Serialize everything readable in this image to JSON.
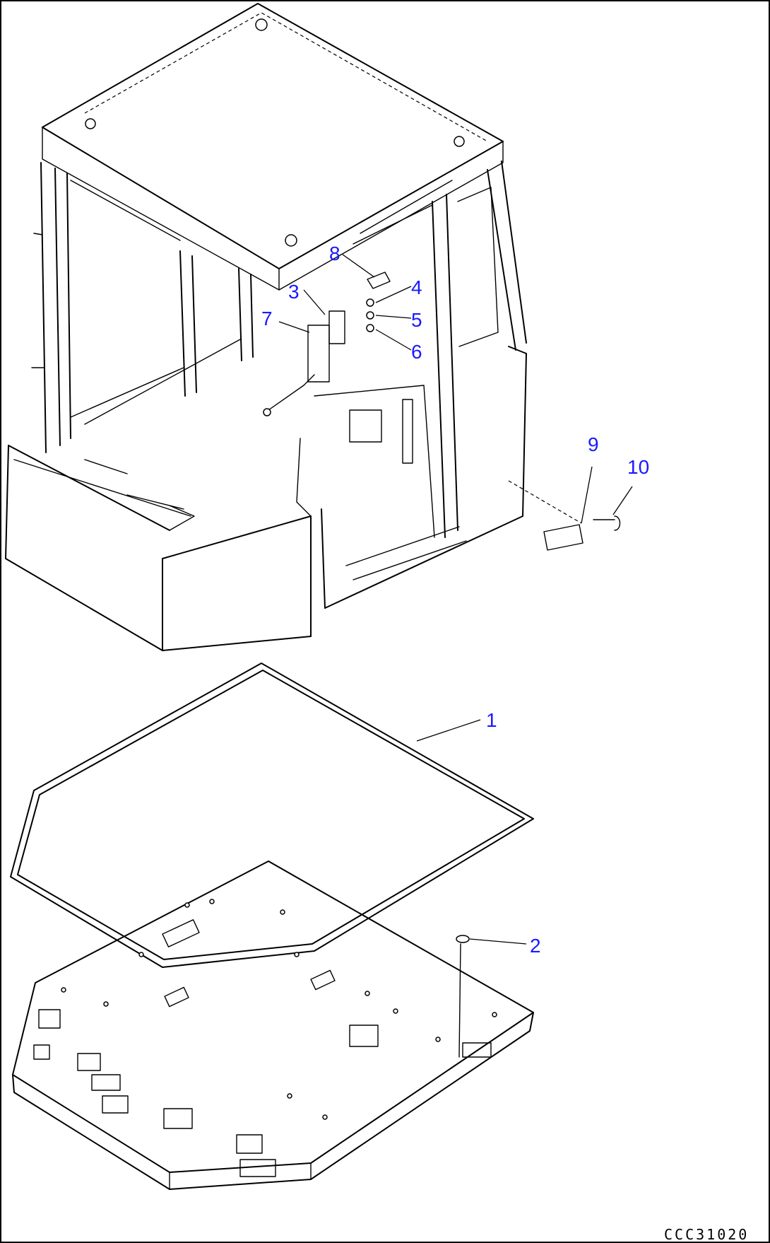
{
  "diagram": {
    "callouts": [
      {
        "id": "1",
        "label": "1"
      },
      {
        "id": "2",
        "label": "2"
      },
      {
        "id": "3",
        "label": "3"
      },
      {
        "id": "4",
        "label": "4"
      },
      {
        "id": "5",
        "label": "5"
      },
      {
        "id": "6",
        "label": "6"
      },
      {
        "id": "7",
        "label": "7"
      },
      {
        "id": "8",
        "label": "8"
      },
      {
        "id": "9",
        "label": "9"
      },
      {
        "id": "10",
        "label": "10"
      }
    ],
    "drawing_code": "CCC31020"
  },
  "colors": {
    "callout": "#1a1aff",
    "line": "#000000",
    "background": "#ffffff"
  }
}
